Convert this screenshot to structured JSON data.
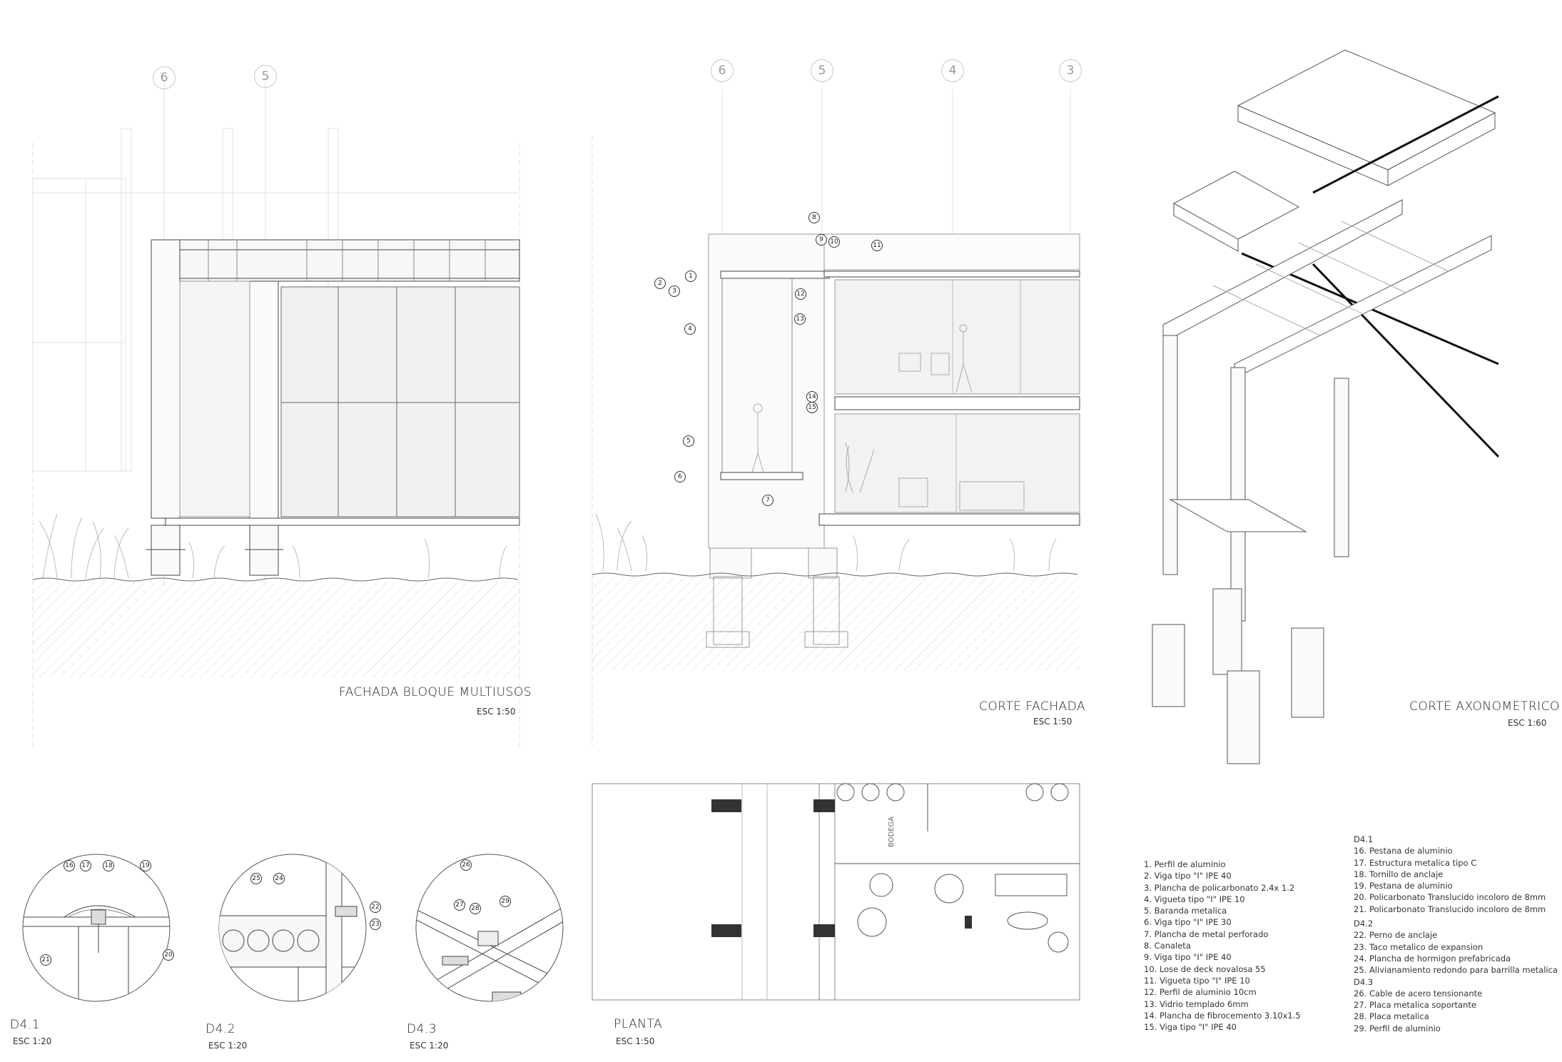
{
  "drawings": {
    "facade": {
      "title": "FACHADA BLOQUE MULTIUSOS",
      "scale": "ESC 1:50",
      "grid_axes": [
        "6",
        "5"
      ]
    },
    "section": {
      "title": "CORTE FACHADA",
      "scale": "ESC 1:50",
      "grid_axes": [
        "6",
        "5",
        "4",
        "3"
      ],
      "callouts": [
        "1",
        "2",
        "3",
        "4",
        "5",
        "6",
        "7",
        "8",
        "9",
        "10",
        "11",
        "12",
        "13",
        "14",
        "15"
      ]
    },
    "axonometric": {
      "title": "CORTE AXONOMETRICO",
      "scale": "ESC 1:60"
    },
    "plan": {
      "title": "PLANTA",
      "scale": "ESC 1:50",
      "room_label": "BODEGA"
    },
    "details": [
      {
        "title": "D4.1",
        "scale": "ESC 1:20",
        "callouts": [
          "16",
          "17",
          "18",
          "19",
          "20",
          "21"
        ]
      },
      {
        "title": "D4.2",
        "scale": "ESC 1:20",
        "callouts": [
          "24",
          "25",
          "22",
          "23"
        ]
      },
      {
        "title": "D4.3",
        "scale": "ESC 1:20",
        "callouts": [
          "26",
          "27",
          "28",
          "29"
        ]
      }
    ]
  },
  "legend_main": [
    "1. Perfil de aluminio",
    "2. Viga tipo \"I\" IPE 40",
    "3. Plancha de policarbonato 2.4x 1.2",
    "4. Vigueta tipo \"I\" IPE 10",
    "5. Baranda metalica",
    "6. Viga tipo \"I\" IPE 30",
    "7. Plancha de metal perforado",
    "8. Canaleta",
    "9. Viga tipo \"I\" IPE 40",
    "10. Lose de deck novalosa 55",
    "11. Vigueta  tipo \"I\" IPE 10",
    "12. Perfil de aluminio 10cm",
    "13. Vidrio templado 6mm",
    "14. Plancha de fibrocemento 3.10x1.5",
    "15. Viga tipo \"I\" IPE 40"
  ],
  "legend_details": [
    {
      "heading": "D4.1",
      "items": [
        "16. Pestana de aluminio",
        "17. Estructura metalica tipo C",
        "18. Tornillo de anclaje",
        "19. Pestana de aluminio",
        "20. Policarbonato Translucido incoloro de 8mm",
        "21. Policarbonato Translucido incoloro de 8mm"
      ]
    },
    {
      "heading": "D4.2",
      "items": [
        "22. Perno de anclaje",
        "23. Taco metalico de expansion",
        "24. Plancha de hormigon prefabricada",
        "25. Alivianamiento redondo para barrilla metalica"
      ]
    },
    {
      "heading": "D4.3",
      "items": [
        "26. Cable de acero tensionante",
        "27. Placa metalica soportante",
        "28. Placa metalica",
        "29. Perfil de aluminio"
      ]
    }
  ]
}
